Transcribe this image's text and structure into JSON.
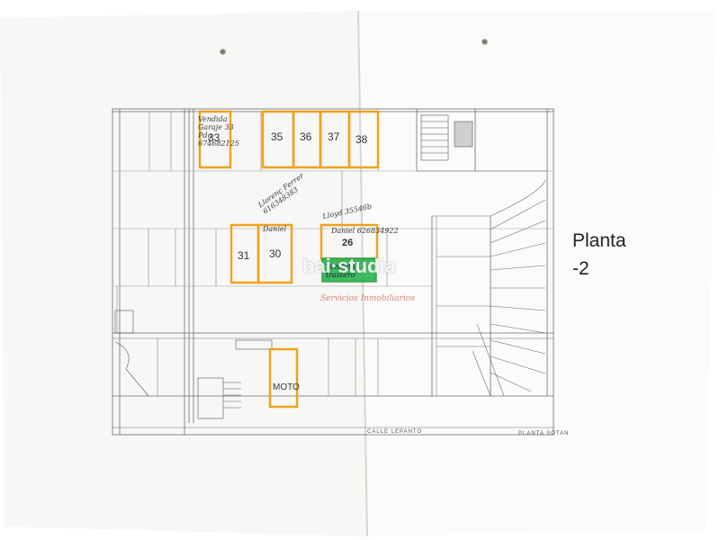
{
  "header": {
    "title": "Planta",
    "subtitle": "-2"
  },
  "street_label": "CALLE LEPANTO",
  "plan_label": "PLANTA SÓTAN",
  "watermark": {
    "brand": "bai·studia",
    "subtitle": "Servicios Inmobiliarios"
  },
  "spaces": {
    "s33": "33",
    "s35": "35",
    "s36": "36",
    "s37": "37",
    "s38": "38",
    "s31": "31",
    "s30": "30",
    "s26": "26",
    "moto": "MOTO"
  },
  "notes": {
    "n33": "Vendida Garaje 33 Pdg 674682125",
    "n_mid": "Llorenç Ferrer 616348383",
    "n30": "Daniel",
    "n26a": "Lloyd 35546b",
    "n26b": "Daniel 626834922",
    "n_green": "Vendida trastero"
  },
  "colors": {
    "outline": "#f0a21e",
    "trastero": "#22b24c",
    "paper": "#ffffff"
  }
}
